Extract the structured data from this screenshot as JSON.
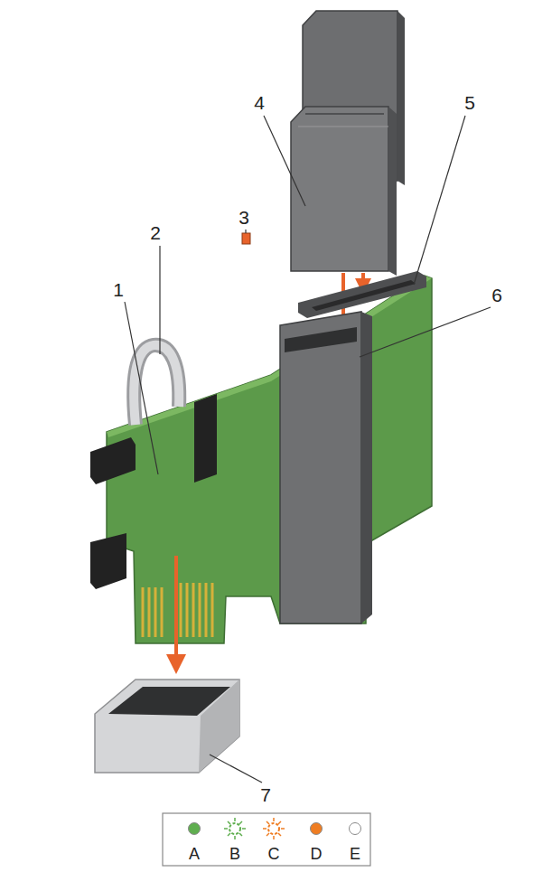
{
  "diagram": {
    "labels": [
      "1",
      "2",
      "3",
      "4",
      "5",
      "6",
      "7"
    ],
    "legend": [
      {
        "text": "A",
        "color": "#5fae4f"
      },
      {
        "text": "B"
      },
      {
        "text": "C"
      },
      {
        "text": "D",
        "color": "#ef7d22"
      },
      {
        "text": "E",
        "color": "#ffffff"
      }
    ]
  }
}
